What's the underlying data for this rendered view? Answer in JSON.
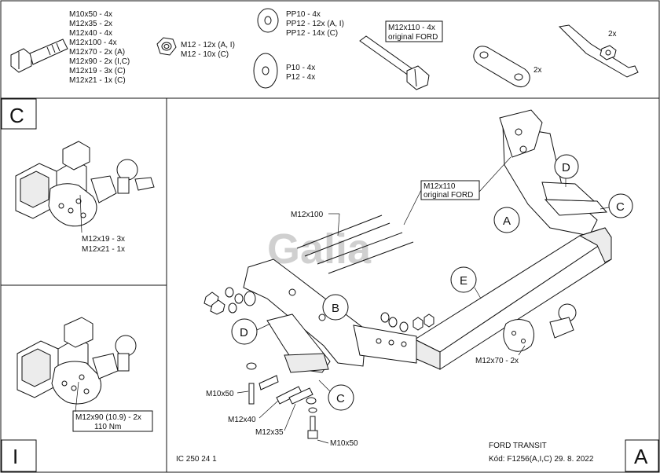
{
  "parts_header": {
    "bolts": [
      "M10x50 - 4x",
      "M12x35 - 2x",
      "M12x40 - 4x",
      "M12x100 - 4x",
      "M12x70 - 2x (A)",
      "M12x90 - 2x (I,C)",
      "M12x19 - 3x (C)",
      "M12x21 - 1x (C)"
    ],
    "nuts": [
      "M12 - 12x (A, I)",
      "M12 - 10x (C)"
    ],
    "washers_pp": [
      "PP10 - 4x",
      "PP12 - 12x (A, I)",
      "PP12 - 14x (C)"
    ],
    "washers_p": [
      "P10 - 4x",
      "P12 - 4x"
    ],
    "original_bolt": [
      "M12x110 - 4x",
      "original FORD"
    ],
    "plate_qty": "2x",
    "bracket_qty": "2x"
  },
  "panel_c": {
    "letter": "C",
    "labels": [
      "M12x19 - 3x",
      "M12x21 - 1x"
    ]
  },
  "panel_i": {
    "letter": "I",
    "labels": [
      "M12x90 (10.9) - 2x",
      "110 Nm"
    ]
  },
  "main": {
    "letter": "A",
    "callouts": {
      "A": "A",
      "B": "B",
      "C": "C",
      "D": "D",
      "E": "E",
      "C2": "C",
      "D2": "D"
    },
    "labels": {
      "m12x110": [
        "M12x110",
        "original FORD"
      ],
      "m12x100": "M12x100",
      "m12x70": "M12x70 - 2x",
      "m10x50_left": "M10x50",
      "m12x40": "M12x40",
      "m12x35": "M12x35",
      "m10x50_bottom": "M10x50"
    },
    "watermark": "Galia",
    "footer_left": "IC 250 24 1",
    "footer_right": [
      "FORD TRANSIT",
      "Kód: F1256(A,I,C)  29. 8. 2022"
    ]
  }
}
